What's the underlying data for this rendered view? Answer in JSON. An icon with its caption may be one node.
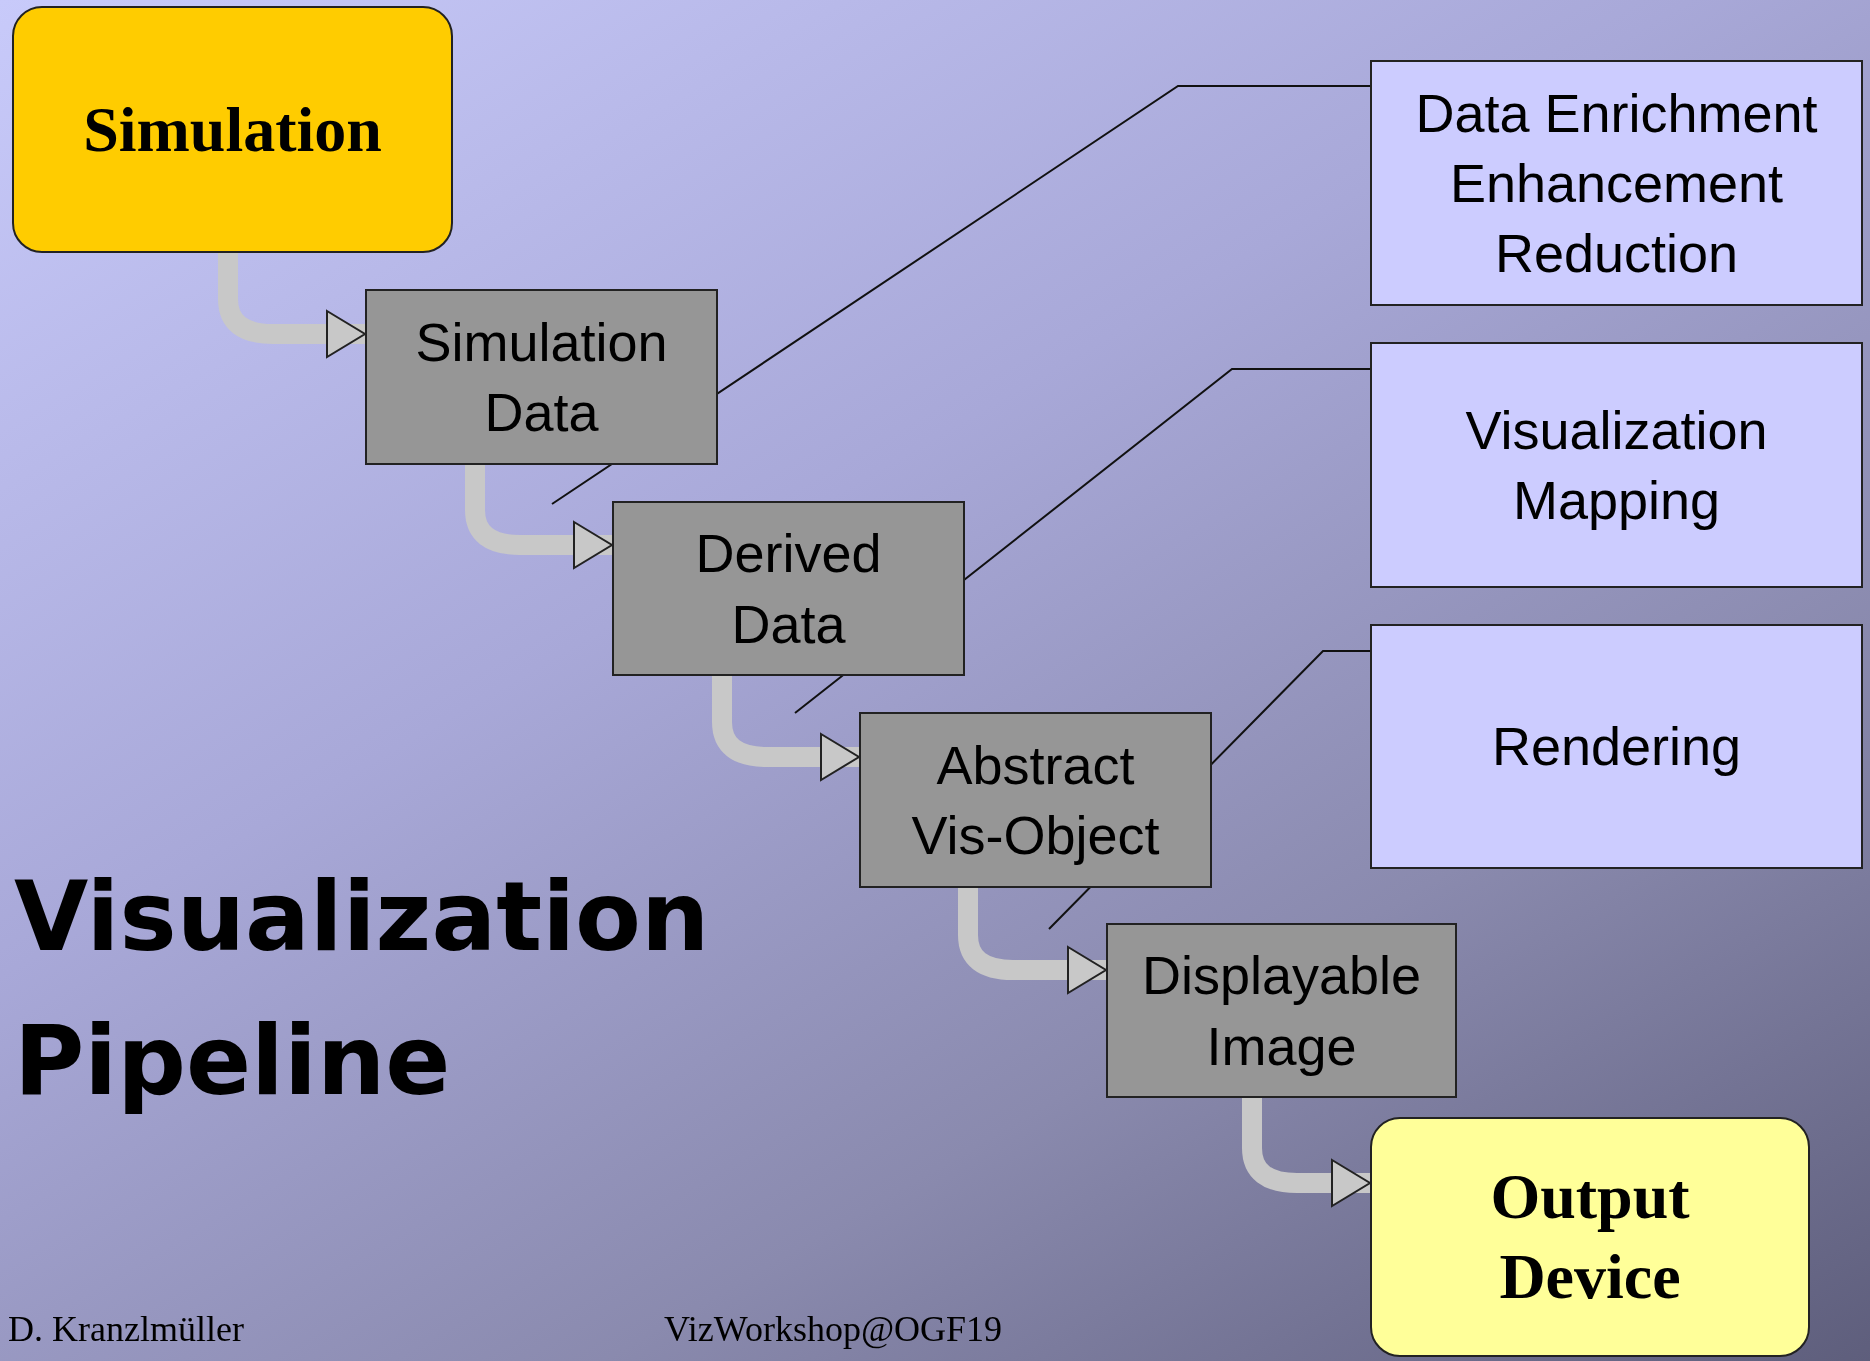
{
  "diagram": {
    "title": "Visualization Pipeline",
    "nodes": [
      {
        "text": [
          "Simulation"
        ]
      },
      {
        "text": [
          "Simulation Data"
        ]
      },
      {
        "text": [
          "Derived Data"
        ]
      },
      {
        "text": [
          "Abstract Vis-Object"
        ]
      },
      {
        "text": [
          "Displayable Image"
        ]
      },
      {
        "text": [
          "Output Device"
        ]
      },
      {
        "text": [
          "Data Enrichment Enhancement Reduction"
        ]
      },
      {
        "text": [
          "Visualization Mapping"
        ]
      },
      {
        "text": [
          "Rendering"
        ]
      }
    ],
    "edges": [
      {
        "from": 0,
        "to": 1,
        "arrow": "to"
      },
      {
        "from": 1,
        "to": 2,
        "arrow": "to"
      },
      {
        "from": 2,
        "to": 3,
        "arrow": "to"
      },
      {
        "from": 3,
        "to": 4,
        "arrow": "to"
      },
      {
        "from": 4,
        "to": 5,
        "arrow": "to"
      },
      {
        "from": 6,
        "to": null,
        "arrow": "none",
        "color": "#111111"
      },
      {
        "from": 7,
        "to": null,
        "arrow": "none",
        "color": "#111111"
      },
      {
        "from": 8,
        "to": null,
        "arrow": "none",
        "color": "#111111"
      }
    ],
    "labels": [
      "D. Kranzlmüller",
      "VizWorkshop@OGF19"
    ]
  }
}
